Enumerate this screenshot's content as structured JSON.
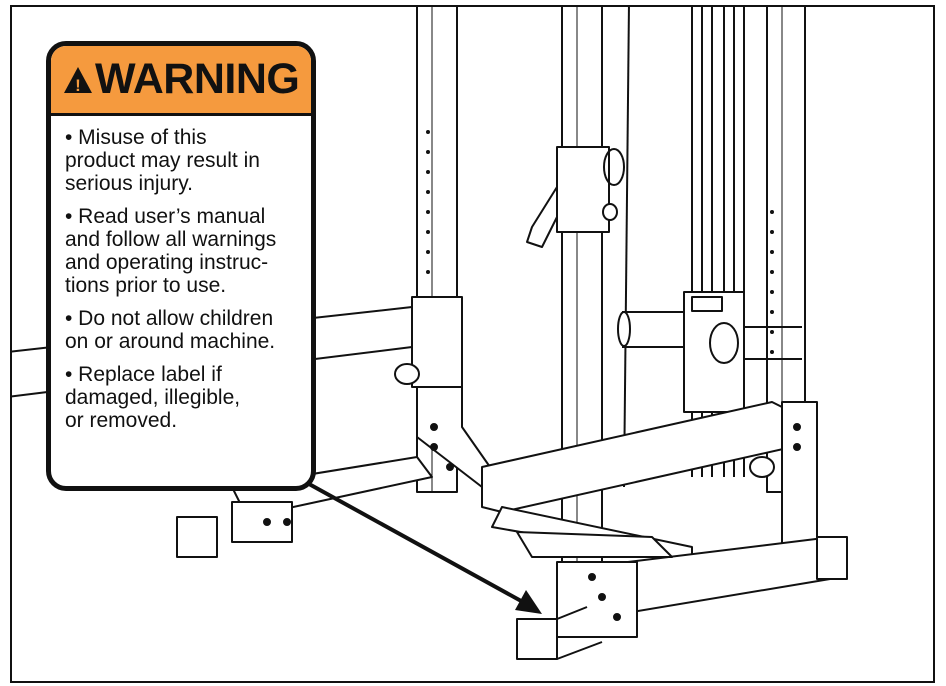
{
  "warning": {
    "title": "WARNING",
    "triangle_symbol": "!",
    "header_color": "#f59a3e",
    "items": [
      "• Misuse of this\nproduct may result in\nserious injury.",
      "• Read user’s manual\nand follow all warnings\nand operating instruc-\ntions prior to use.",
      "• Do not allow children\non or around machine.",
      "• Replace label if\ndamaged, illegible,\nor removed."
    ]
  }
}
